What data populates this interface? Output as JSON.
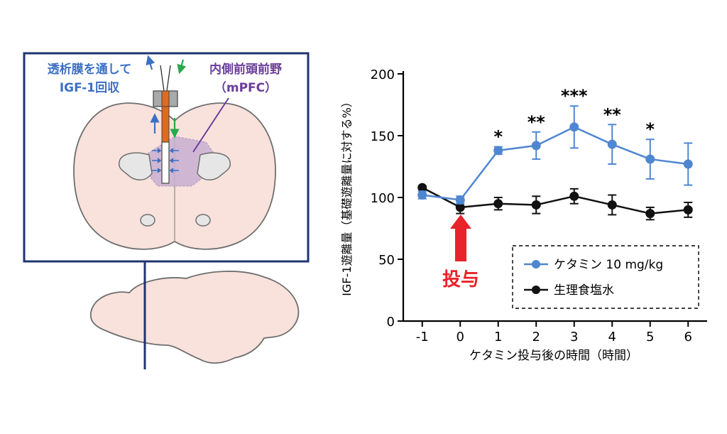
{
  "diagram": {
    "dialysis_label_line1": "透析膜を通して",
    "dialysis_label_line2": "IGF-1回収",
    "mpfc_label_line1": "内側前頭前野",
    "mpfc_label_line2": "（mPFC）",
    "colors": {
      "brain_fill": "#f9e2dc",
      "mpfc_fill": "#c8b0d2",
      "blue_text": "#3b6fc4",
      "purple_text": "#6a3d9a",
      "probe_orange": "#e06a1e",
      "arrow_green": "#2aa84a"
    }
  },
  "annotation": {
    "label": "投与",
    "color": "#e8232a"
  },
  "chart_data": {
    "type": "line",
    "x": [
      -1,
      0,
      1,
      2,
      3,
      4,
      5,
      6
    ],
    "xticks": [
      "-1",
      "0",
      "1",
      "2",
      "3",
      "4",
      "5",
      "6"
    ],
    "yticks": [
      "0",
      "50",
      "100",
      "150",
      "200"
    ],
    "ylim": [
      0,
      200
    ],
    "xlim": [
      -1.5,
      6.5
    ],
    "xlabel": "ケタミン投与後の時間（時間）",
    "ylabel": "IGF-1遊離量（基礎遊離量に対する%）",
    "series": [
      {
        "name": "ケタミン 10 mg/kg",
        "color": "#4f86d1",
        "values": [
          102,
          98,
          138,
          142,
          157,
          143,
          131,
          127
        ],
        "errors": [
          3,
          3,
          3,
          11,
          17,
          16,
          16,
          17
        ]
      },
      {
        "name": "生理食塩水",
        "color": "#111111",
        "values": [
          108,
          92,
          95,
          94,
          101,
          94,
          87,
          90
        ],
        "errors": [
          0,
          5,
          5,
          7,
          6,
          8,
          5,
          6
        ]
      }
    ],
    "significance": [
      "",
      "",
      "*",
      "**",
      "***",
      "**",
      "*",
      ""
    ]
  }
}
